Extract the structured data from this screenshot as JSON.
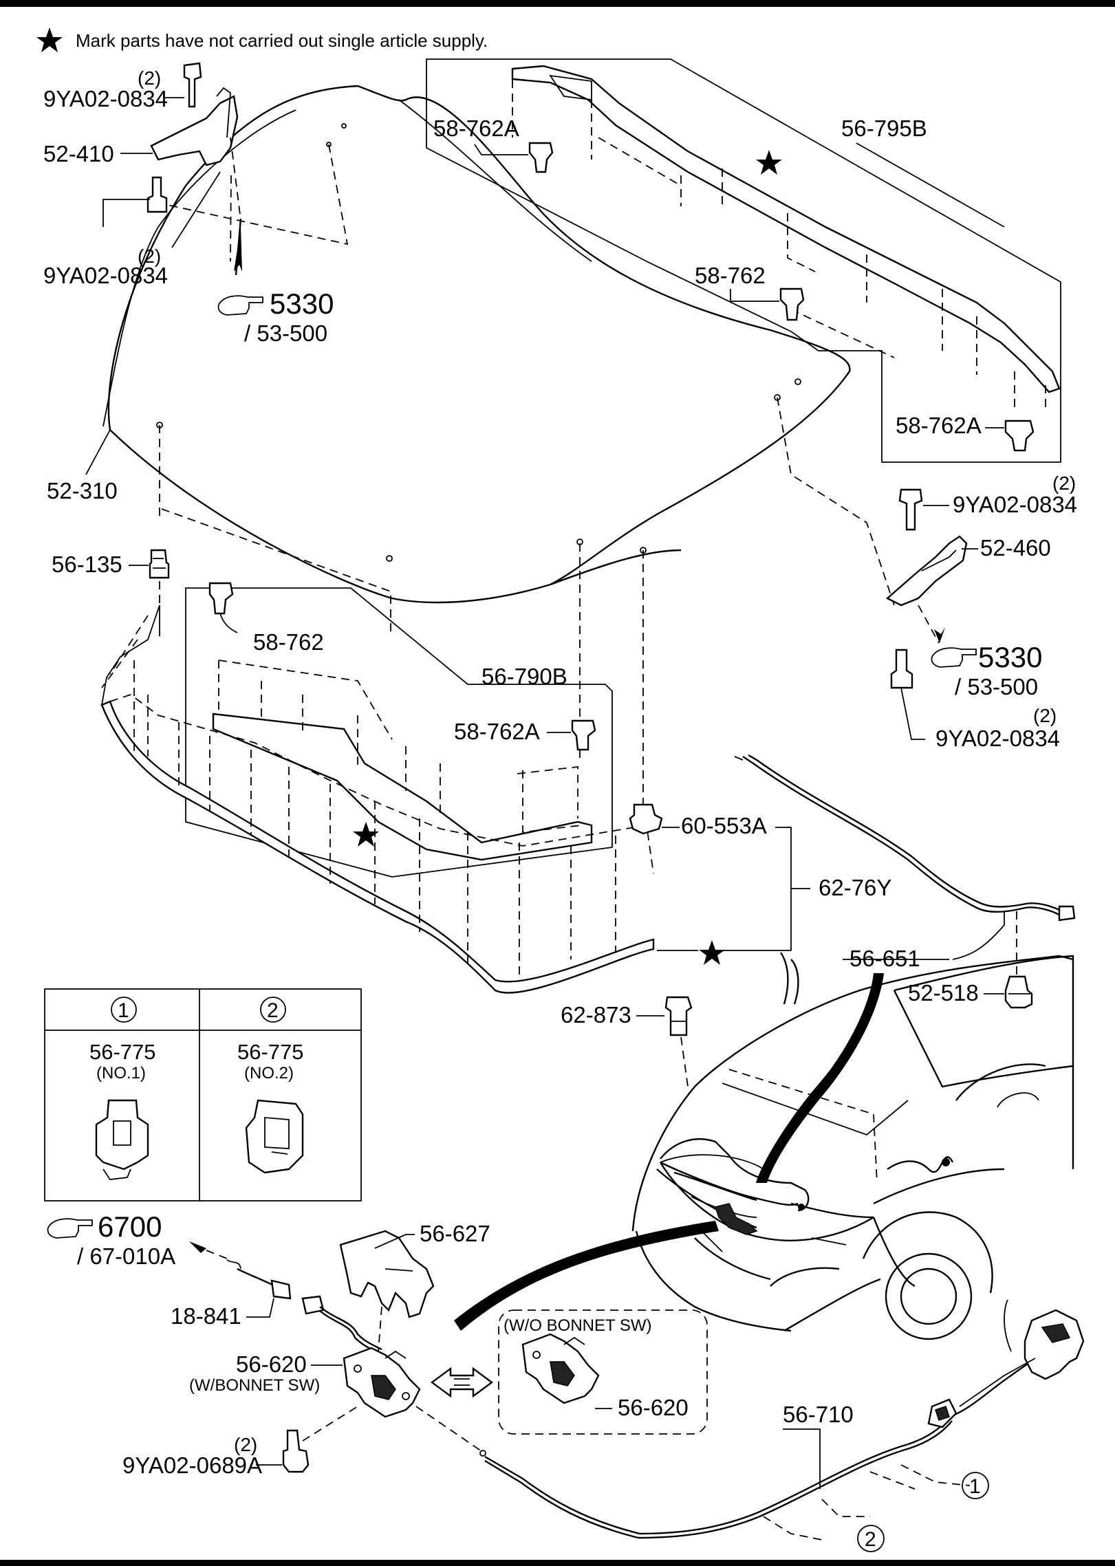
{
  "note": {
    "text": "Mark parts have not carried out single article supply."
  },
  "labels": {
    "hinge_bolt_upper_left_qty": "(2)",
    "hinge_bolt_upper_left": "9YA02-0834",
    "hinge_left": "52-410",
    "hinge_bolt_lower_left_qty": "(2)",
    "hinge_bolt_lower_left": "9YA02-0834",
    "ref_left_num": "5330",
    "ref_left_sub": "/ 53-500",
    "bonnet": "52-310",
    "bumper_stop": "56-135",
    "clip_top_a1": "58-762A",
    "clip_top": "58-762",
    "clip_top_a2": "58-762A",
    "weatherstrip_rear": "56-795B",
    "hinge_bolt_upper_right_qty": "(2)",
    "hinge_bolt_upper_right": "9YA02-0834",
    "hinge_right": "52-460",
    "ref_right_num": "5330",
    "ref_right_sub": "/ 53-500",
    "hinge_bolt_lower_right_qty": "(2)",
    "hinge_bolt_lower_right": "9YA02-0834",
    "clip_front": "58-762",
    "seal_front": "56-790B",
    "clip_front_a": "58-762A",
    "insulator_clip": "60-553A",
    "insulator": "62-76Y",
    "release_cable": "56-651",
    "cable_clip": "52-518",
    "cushion": "62-873",
    "ref_bottom_num": "6700",
    "ref_bottom_sub": "/ 67-010A",
    "latch_cover": "56-627",
    "harness": "18-841",
    "latch_wsw": "56-620",
    "latch_wsw_note": "(W/BONNET SW)",
    "latch_bolt_qty": "(2)",
    "latch_bolt": "9YA02-0689A",
    "variant_title": "(W/O BONNET SW)",
    "latch_wosw": "56-620",
    "cable_main": "56-710",
    "callout_1": "1",
    "callout_2": "2"
  },
  "clip_table": {
    "headers": [
      "1",
      "2"
    ],
    "items": [
      {
        "part": "56-775",
        "variant": "(NO.1)"
      },
      {
        "part": "56-775",
        "variant": "(NO.2)"
      }
    ]
  },
  "icons": {
    "star": "star-icon",
    "pointing_hand": "pointing-hand-icon",
    "double_arrow": "double-arrow-icon"
  },
  "colors": {
    "line": "#000000",
    "background": "#ffffff"
  }
}
